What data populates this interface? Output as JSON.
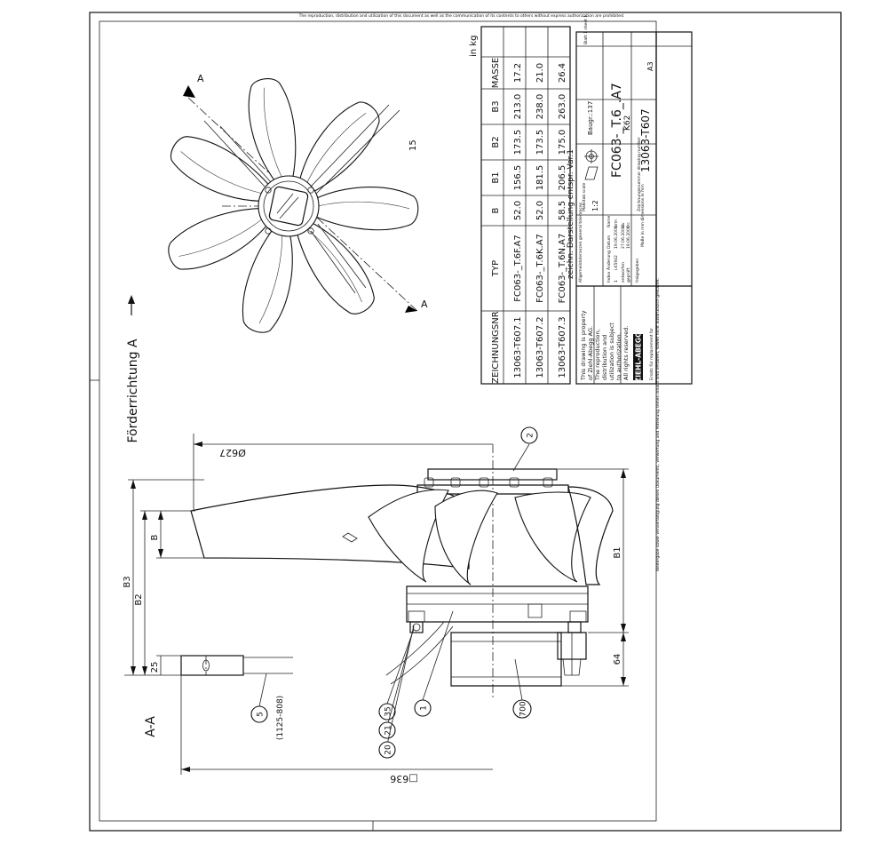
{
  "sheet": {
    "copyright_en": [
      "This drawing is property",
      "of Ziehl-Abegg AG.",
      "The reproduction,",
      "distribution and",
      "utilization is subject",
      "to authorization.",
      "All rights reserved."
    ],
    "logo": "ZIEHL-ABEGG",
    "general_tolerances": "Allgemeintoleranzen general tolerances",
    "index_header": [
      "Index",
      "Änderung",
      "Datum",
      "Name"
    ],
    "index_row": [
      "1",
      "LK5942",
      "19.06.2008",
      "brm"
    ],
    "drawn": [
      "entworfen",
      "27.06.2006",
      "dv"
    ],
    "checked": [
      "geprüft",
      "19.06.2008",
      "frc"
    ],
    "approved": [
      "freigegeben"
    ],
    "dimensions_in_mm": "Maße in mm dimensions in mm",
    "scale_label": "Maßstab scale",
    "scale": "1:2",
    "drawing_title": "FC063-_T.6_.A7",
    "drawing_subtitle": "K62",
    "baugr": "Baugr.:137",
    "drawing_number_label": "Zeichnungsnummer drawing number",
    "drawing_number": "13063-T607",
    "size": "A3",
    "sheet_label": "Blatt 1 sheet 1",
    "replaced_for": "Ersatz für replacement for",
    "variant_note": "zeichn. Darstellung entspr. Var.1"
  },
  "table": {
    "unit": "in kg",
    "headers": [
      "ZEICHNUNGSNR",
      "TYP",
      "B",
      "B1",
      "B2",
      "B3",
      "MASSE"
    ],
    "rows": [
      [
        "13063-T607.1",
        "FC063-_T.6F.A7",
        "52.0",
        "156.5",
        "173.5",
        "213.0",
        "17.2"
      ],
      [
        "13063-T607.2",
        "FC063-_T.6K.A7",
        "52.0",
        "181.5",
        "173.5",
        "238.0",
        "21.0"
      ],
      [
        "13063-T607.3",
        "FC063-_T.6N.A7",
        "58.5",
        "206.5",
        "175.0",
        "263.0",
        "26.4"
      ]
    ]
  },
  "view": {
    "section_mark": "A",
    "angle": "15",
    "flow_direction": "Förderrichtung A",
    "section_label": "A-A"
  },
  "dims": {
    "dia627": "Ø627",
    "sq636": "□636",
    "b": "B",
    "b1": "B1",
    "b2": "B2",
    "b3": "B3",
    "d25": "25",
    "d64": "64",
    "range": "(1125-808)"
  },
  "items": [
    "2",
    "5",
    "1",
    "35",
    "21",
    "20",
    "700"
  ]
}
